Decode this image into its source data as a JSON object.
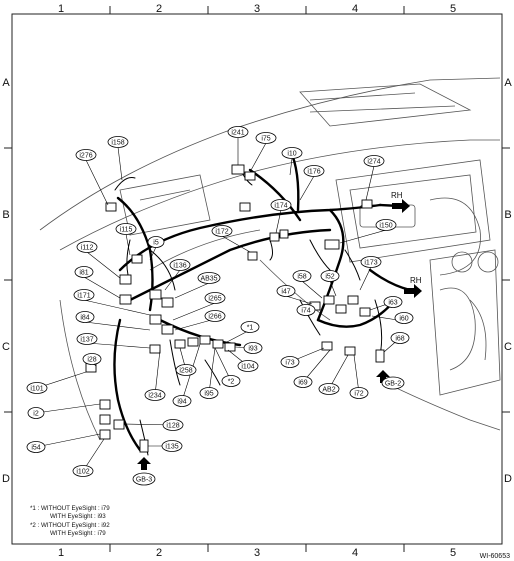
{
  "grid": {
    "columns": [
      "1",
      "2",
      "3",
      "4",
      "5"
    ],
    "rows": [
      "A",
      "B",
      "C",
      "D"
    ]
  },
  "connectors": [
    "i276",
    "i158",
    "i241",
    "i75",
    "i10",
    "i176",
    "i274",
    "i115",
    "i112",
    "i5",
    "i172",
    "i174",
    "i150",
    "i81",
    "i136",
    "AB35",
    "i173",
    "i58",
    "i52",
    "i171",
    "i265",
    "i47",
    "i63",
    "i84",
    "i266",
    "i74",
    "i60",
    "i137",
    "i68",
    "i93",
    "i28",
    "i104",
    "i73",
    "i258",
    "i69",
    "AB2",
    "i101",
    "i94",
    "i95",
    "i72",
    "i234",
    "i2",
    "i128",
    "i54",
    "i135",
    "i102"
  ],
  "marked_connectors": {
    "star1": "*1",
    "star2": "*2"
  },
  "ground_points": {
    "gb2": "GB-2",
    "gb3": "GB-3"
  },
  "direction_labels": {
    "rh_upper": "RH",
    "rh_lower": "RH"
  },
  "notes": {
    "n1_line1": "*1 : WITHOUT EyeSight  : i79",
    "n1_line2": "WITH EyeSight  : i93",
    "n2_line1": "*2 : WITHOUT EyeSight  : i92",
    "n2_line2": "WITH EyeSight  : i79"
  },
  "figure_id": "WI-60653"
}
